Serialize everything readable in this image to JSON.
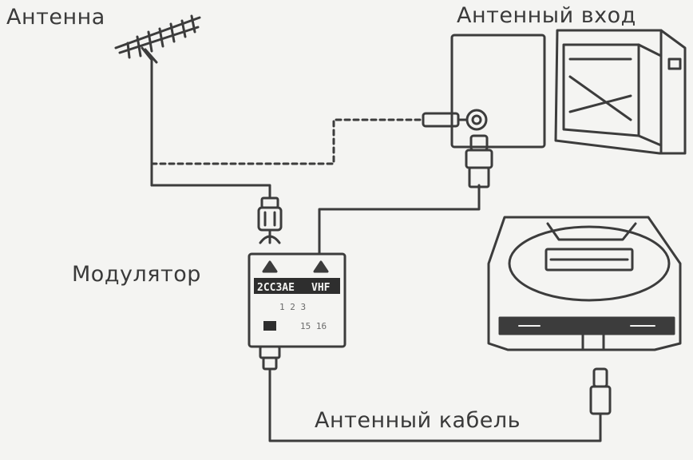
{
  "labels": {
    "antenna": "Антенна",
    "antenna_input": "Антенный вход",
    "modulator": "Модулятор",
    "antenna_cable": "Антенный кабель"
  },
  "modulator_panel": {
    "left_text": "2CC3AE",
    "right_text": "VHF",
    "row2": "1 2 3",
    "row3": "15 16"
  },
  "colors": {
    "background": "#f4f4f2",
    "line": "#3c3c3c",
    "text": "#3a3a3a"
  },
  "connections": [
    {
      "from": "antenna",
      "to": "tv-antenna-input",
      "style": "dashed"
    },
    {
      "from": "antenna",
      "to": "modulator-input",
      "style": "solid"
    },
    {
      "from": "modulator-output",
      "to": "tv-antenna-input",
      "style": "solid"
    },
    {
      "from": "modulator",
      "to": "game-console",
      "style": "solid",
      "label": "Антенный кабель"
    }
  ]
}
